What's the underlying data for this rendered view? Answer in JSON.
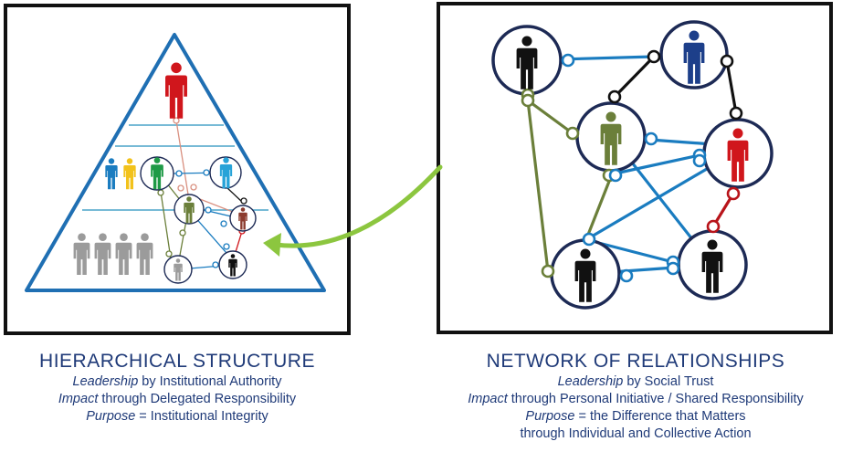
{
  "left": {
    "title": "HIERARCHICAL STRUCTURE",
    "lines": [
      {
        "em": "Leadership",
        "rest": " by Institutional Authority"
      },
      {
        "em": "Impact",
        "rest": " through Delegated Responsibility"
      },
      {
        "em": "Purpose",
        "rest": " = Institutional Integrity"
      }
    ]
  },
  "right": {
    "title": "NETWORK OF RELATIONSHIPS",
    "lines": [
      {
        "em": "Leadership",
        "rest": " by Social Trust"
      },
      {
        "em": "Impact",
        "rest": " through Personal Initiative / Shared Responsibility"
      },
      {
        "em": "Purpose",
        "rest": " = the Difference that Matters"
      },
      {
        "em": "",
        "rest": "through Individual and Collective Action"
      }
    ]
  },
  "colors": {
    "navy": "#1f3a78",
    "triangle": "#1f6fb3",
    "red": "#d0161c",
    "olive": "#6b7f3a",
    "blue": "#1a7cc0",
    "darkblue": "#1d3f8a",
    "black": "#111111",
    "gray": "#9b9b9b",
    "yellow": "#f2c21b",
    "green": "#1e9a46",
    "skyblue": "#27a3d8",
    "brown": "#8c3b2e",
    "arrow": "#8cc63f"
  }
}
